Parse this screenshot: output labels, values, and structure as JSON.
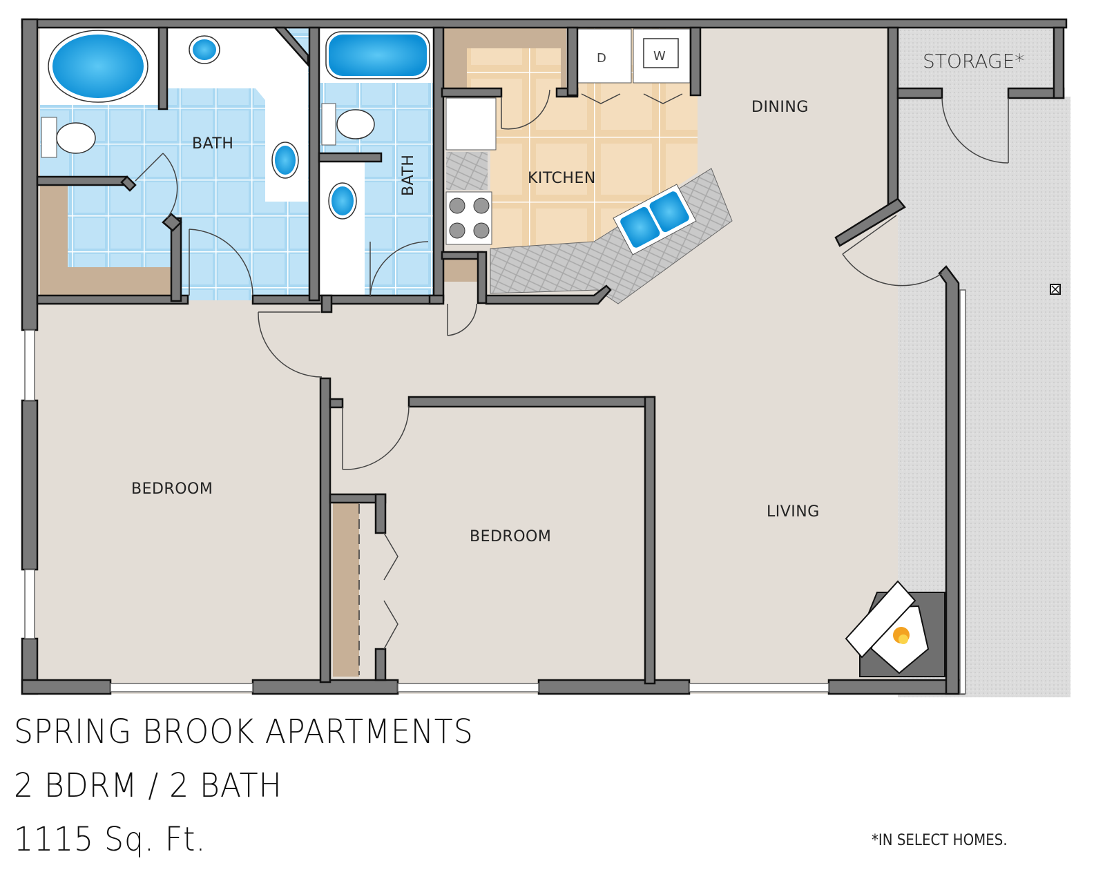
{
  "plan": {
    "rooms": {
      "bath_master": "BATH",
      "bath_second": "BATH",
      "kitchen": "KITCHEN",
      "dining": "DINING",
      "storage": "STORAGE*",
      "bedroom_1": "BEDROOM",
      "bedroom_2": "BEDROOM",
      "living": "LIVING"
    },
    "appliances": {
      "dryer": "D",
      "washer": "W"
    }
  },
  "caption": {
    "property_name": "SPRING BROOK APARTMENTS",
    "unit_type": "2 BDRM / 2 BATH",
    "area": "1115 Sq. Ft."
  },
  "footnote": "*IN SELECT HOMES.",
  "colors": {
    "wall": "#7a7a7a",
    "wall_outline": "#111111",
    "floor": "#e3ddd6",
    "bath_tile": "#a9d8f2",
    "kitchen_tile": "#efd3ab",
    "closet": "#c7b097",
    "patio": "#dcdcdc",
    "fixture_blue": "#1ba1e2",
    "counter": "#c8c8c8"
  }
}
